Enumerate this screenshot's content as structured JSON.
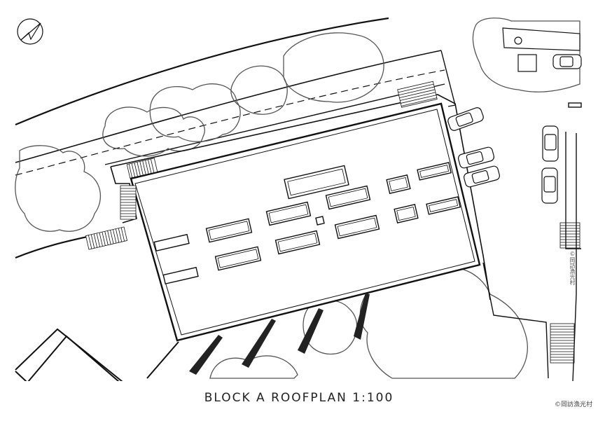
{
  "drawing": {
    "title": "BLOCK A  ROOFPLAN   1:100",
    "copyright": "©岡訪漁光村",
    "side_label": "©岡訪漁光村",
    "line_color": "#111111",
    "tree_color": "#555555",
    "background": "#ffffff"
  }
}
